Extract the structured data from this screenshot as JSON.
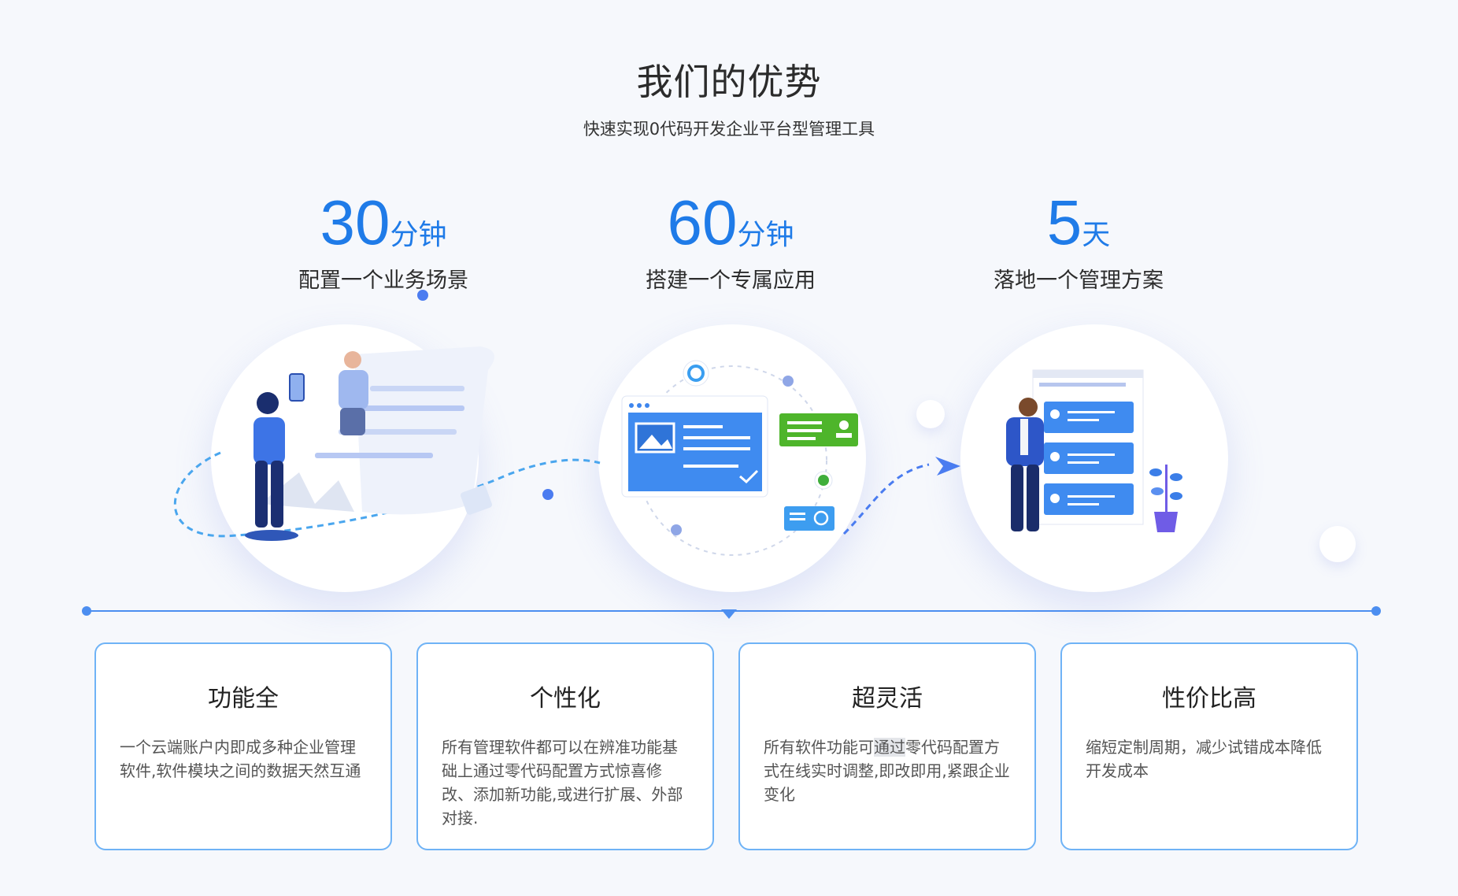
{
  "header": {
    "title": "我们的优势",
    "subtitle": "快速实现0代码开发企业平台型管理工具"
  },
  "stats": [
    {
      "number": "30",
      "unit": "分钟",
      "desc": "配置一个业务场景"
    },
    {
      "number": "60",
      "unit": "分钟",
      "desc": "搭建一个专属应用"
    },
    {
      "number": "5",
      "unit": "天",
      "desc": "落地一个管理方案"
    }
  ],
  "colors": {
    "accent": "#1f7be8",
    "card_border": "#6fb3f6",
    "timeline": "#4c8ef0"
  },
  "cards": [
    {
      "title": "功能全",
      "desc": "一个云端账户内即成多种企业管理软件,软件模块之间的数据天然互通"
    },
    {
      "title": "个性化",
      "desc": "所有管理软件都可以在辨准功能基础上通过零代码配置方式惊喜修改、添加新功能,或进行扩展、外部对接."
    },
    {
      "title": "超灵活",
      "desc_before": "所有软件功能可",
      "desc_highlight": "通过",
      "desc_after": "零代码配置方式在线实时调整,即改即用,紧跟企业变化"
    },
    {
      "title": "性价比高",
      "desc": "缩短定制周期，减少试错成本降低开发成本"
    }
  ],
  "illustrations": [
    "business-scenario-illustration",
    "app-builder-illustration",
    "management-plan-illustration"
  ]
}
